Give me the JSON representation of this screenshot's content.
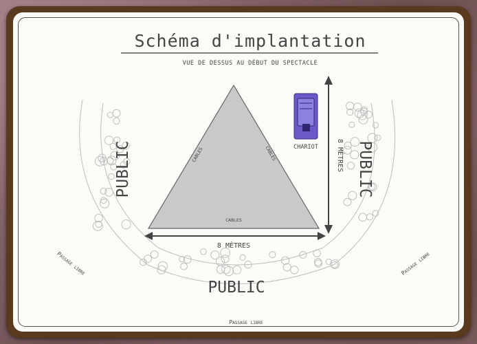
{
  "title": "Schéma d'implantation",
  "subtitle": "vue de dessus au début du spectacle",
  "stage": {
    "left_cable_label": "CABLES",
    "right_cable_label": "CABLES",
    "bottom_cable_label": "CABLES"
  },
  "dimensions": {
    "width_label": "8 MÈTRES",
    "height_label": "8 MÈTRES"
  },
  "chariot_label": "CHARIOT",
  "audience": {
    "left_label": "PUBLIC",
    "right_label": "PUBLIC",
    "bottom_label": "PUBLIC"
  },
  "passages": {
    "left": "Passage libre",
    "right": "Passage libre",
    "bottom": "Passage libre"
  },
  "colors": {
    "frame": "#5a3a1e",
    "stage_fill": "#c9c9c9",
    "chariot": "#6a5ac8"
  }
}
